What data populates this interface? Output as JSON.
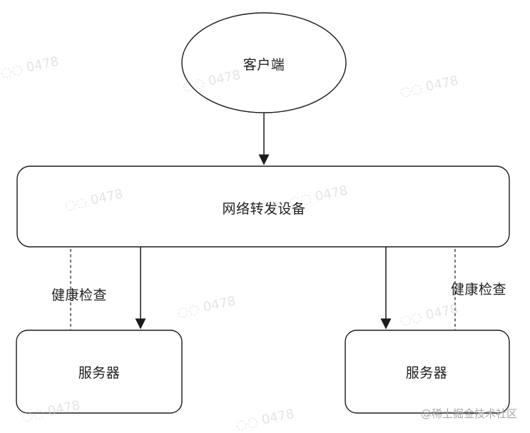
{
  "diagram": {
    "client_label": "客户端",
    "forwarding_device_label": "网络转发设备",
    "left_server_label": "服务器",
    "right_server_label": "服务器",
    "left_health_check_label": "健康检查",
    "right_health_check_label": "健康检查"
  },
  "footer": {
    "credit": "@稀土掘金技术社区"
  }
}
